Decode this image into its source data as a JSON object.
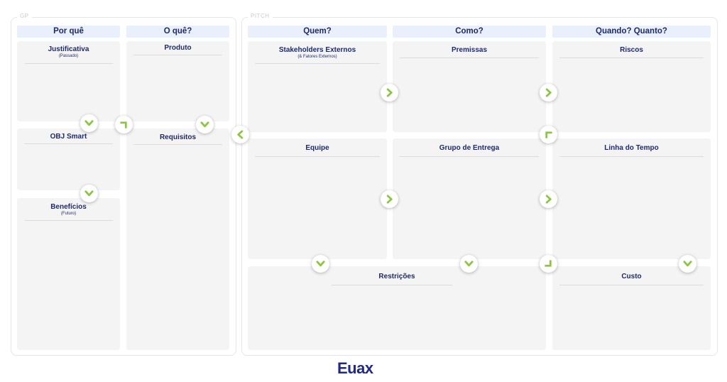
{
  "sections": {
    "gp_label": "GP",
    "pitch_label": "PITCH"
  },
  "headers": {
    "por_que": "Por quê",
    "o_que": "O quê?",
    "quem": "Quem?",
    "como": "Como?",
    "quando_quanto": "Quando? Quanto?"
  },
  "blocks": {
    "justificativa": {
      "title": "Justificativa",
      "sub": "(Passado)"
    },
    "obj_smart": {
      "title": "OBJ Smart"
    },
    "beneficios": {
      "title": "Benefícios",
      "sub": "(Futuro)"
    },
    "produto": {
      "title": "Produto"
    },
    "requisitos": {
      "title": "Requisitos"
    },
    "stakeholders": {
      "title": "Stakeholders Externos",
      "sub": "(& Fatores Externos)"
    },
    "premissas": {
      "title": "Premissas"
    },
    "riscos": {
      "title": "Riscos"
    },
    "equipe": {
      "title": "Equipe"
    },
    "grupo_entrega": {
      "title": "Grupo de Entrega"
    },
    "linha_tempo": {
      "title": "Linha do Tempo"
    },
    "restricoes": {
      "title": "Restrições"
    },
    "custo": {
      "title": "Custo"
    }
  },
  "colors": {
    "arrow_green": "#8cc63f",
    "text_navy": "#1e2a6e",
    "header_bg": "#e9effb",
    "block_bg": "#f4f4f4"
  },
  "logo": {
    "text": "Euax"
  }
}
